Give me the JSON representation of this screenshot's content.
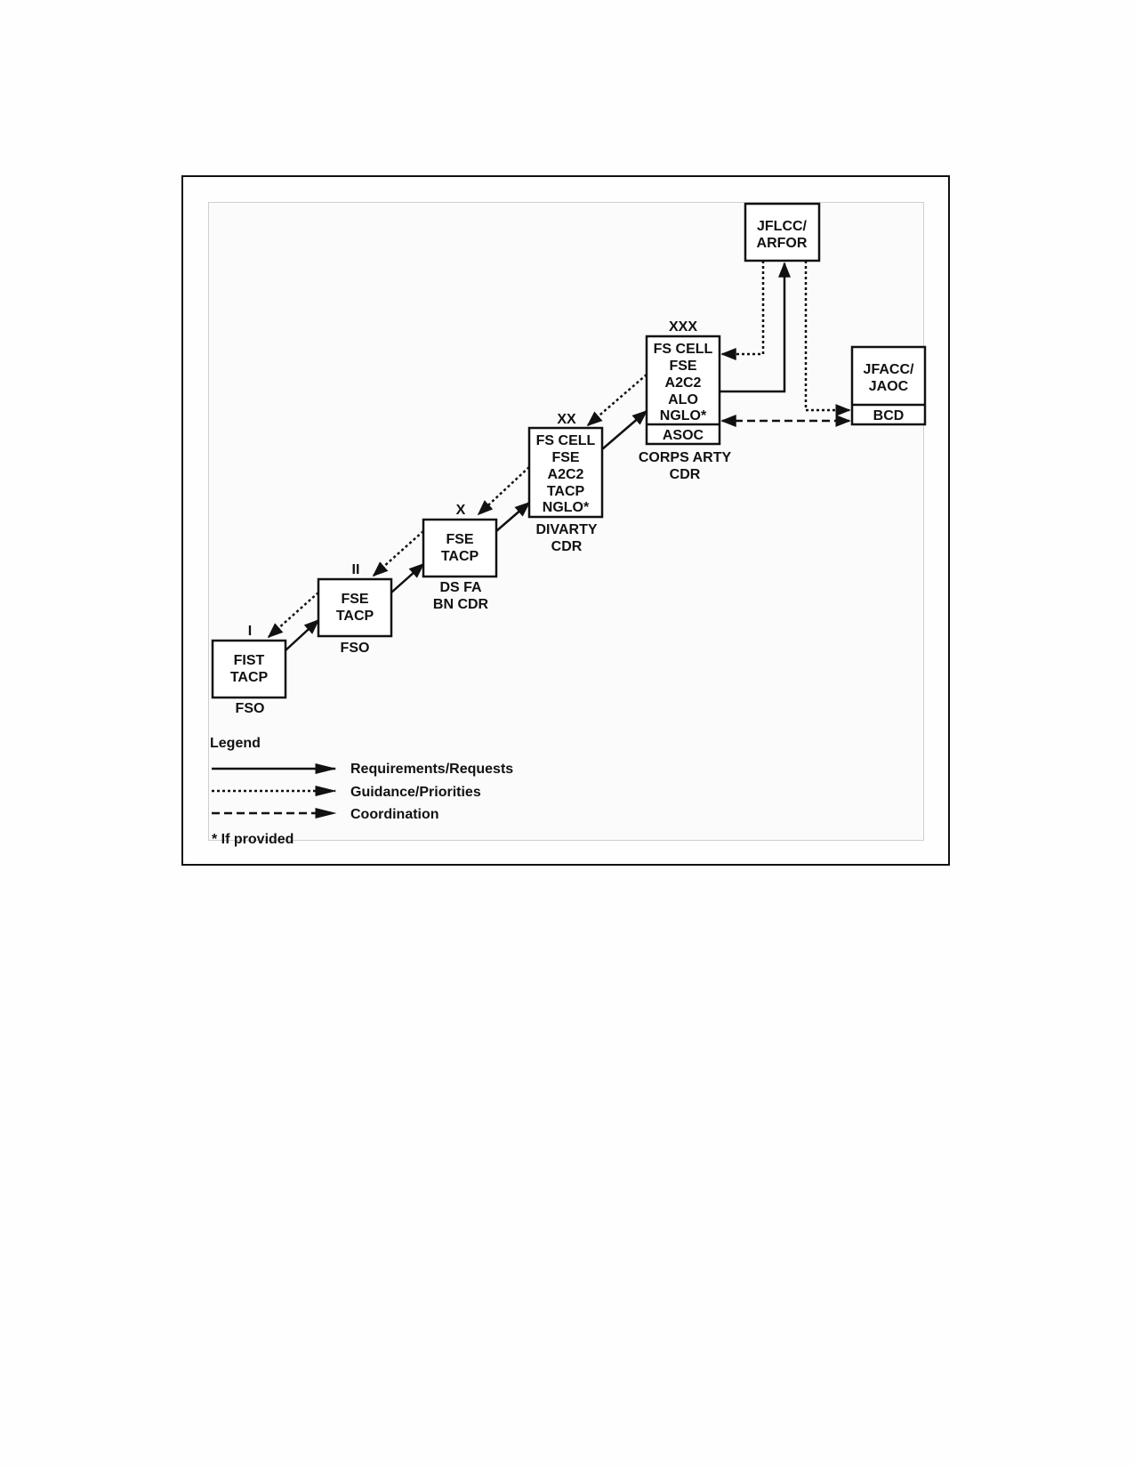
{
  "echelons": {
    "platoon": "I",
    "battalion": "II",
    "brigade": "X",
    "division": "XX",
    "corps": "XXX"
  },
  "boxes": {
    "jflcc": [
      "JFLCC/",
      "ARFOR"
    ],
    "jfacc": [
      "JFACC/",
      "JAOC"
    ],
    "bcd": "BCD",
    "corps": [
      "FS CELL",
      "FSE",
      "A2C2",
      "ALO",
      "NGLO*"
    ],
    "asoc": "ASOC",
    "division": [
      "FS CELL",
      "FSE",
      "A2C2",
      "TACP",
      "NGLO*"
    ],
    "brigade": [
      "FSE",
      "TACP"
    ],
    "battalion": [
      "FSE",
      "TACP"
    ],
    "company": [
      "FIST",
      "TACP"
    ]
  },
  "captions": {
    "corps": [
      "CORPS ARTY",
      "CDR"
    ],
    "division": [
      "DIVARTY",
      "CDR"
    ],
    "brigade": [
      "DS FA",
      "BN CDR"
    ],
    "battalion": "FSO",
    "company": "FSO"
  },
  "legend": {
    "title": "Legend",
    "items": [
      {
        "style": "solid",
        "label": "Requirements/Requests"
      },
      {
        "style": "dotted",
        "label": "Guidance/Priorities"
      },
      {
        "style": "dashed",
        "label": "Coordination"
      }
    ],
    "footnote": "* If provided"
  }
}
